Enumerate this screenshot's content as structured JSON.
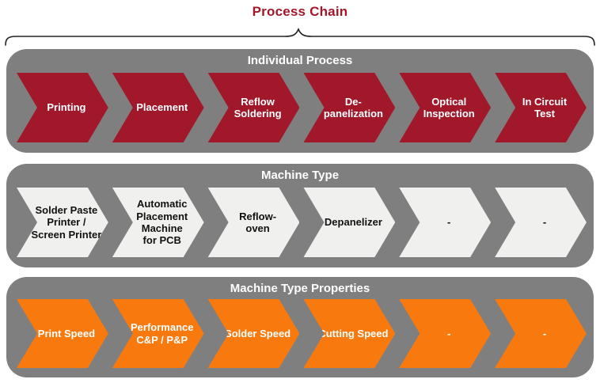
{
  "title": "Process Chain",
  "colors": {
    "title_red": "#A1182B",
    "band_gray": "#7F7F7F",
    "chevron_red": "#A1182B",
    "chevron_light": "#F0F0EE",
    "chevron_orange": "#F87A0E",
    "brace_stroke": "#222222",
    "band_title_text": "#FFFFFF"
  },
  "bands": [
    {
      "title": "Individual Process",
      "items": [
        "Printing",
        "Placement",
        "Reflow\nSoldering",
        "De-\npanelization",
        "Optical\nInspection",
        "In Circuit\nTest"
      ]
    },
    {
      "title": "Machine Type",
      "items": [
        "Solder Paste\nPrinter /\nScreen Printer",
        "Automatic\nPlacement\nMachine\nfor PCB",
        "Reflow-\noven",
        "Depanelizer",
        "-",
        "-"
      ]
    },
    {
      "title": "Machine Type Properties",
      "items": [
        "Print Speed",
        "Performance\nC&P / P&P",
        "Solder Speed",
        "Cutting Speed",
        "-",
        "-"
      ]
    }
  ]
}
